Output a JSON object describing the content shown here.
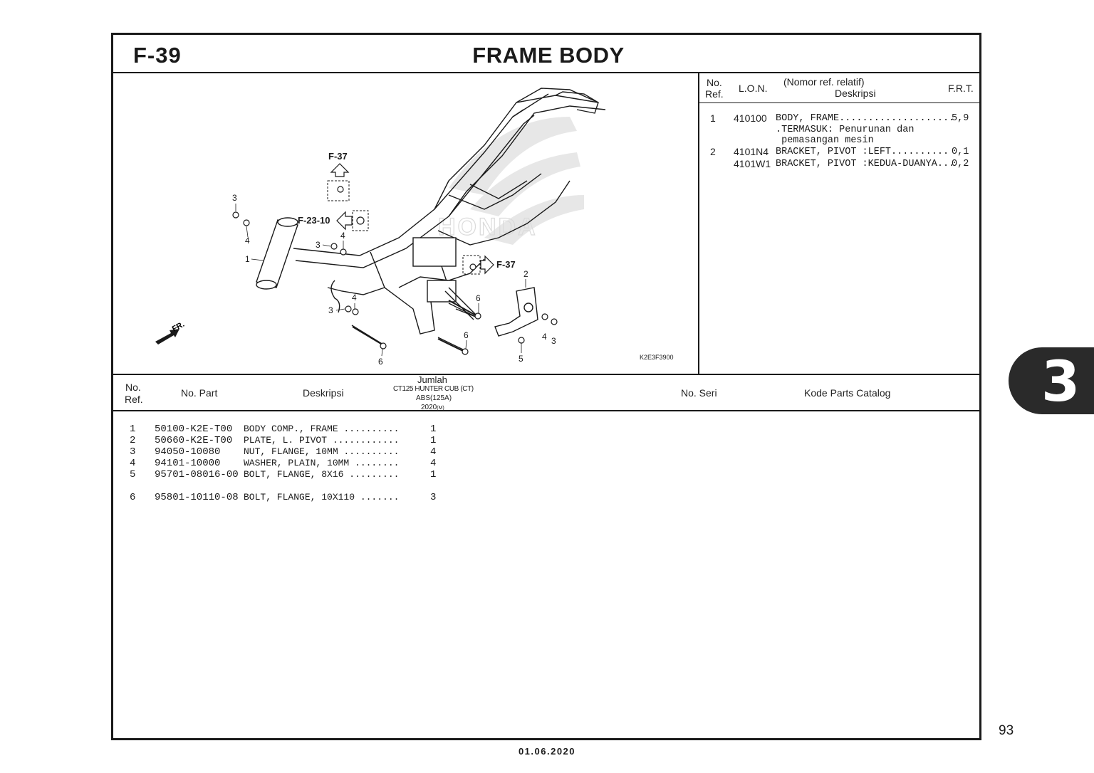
{
  "header": {
    "code": "F-39",
    "title": "FRAME BODY"
  },
  "frt_table": {
    "headers": {
      "no_ref": [
        "No.",
        "Ref."
      ],
      "lon": "L.O.N.",
      "desc_line1": "(Nomor ref. relatif)",
      "desc_line2": "Deskripsi",
      "frt": "F.R.T."
    },
    "lines": [
      {
        "ref": "1",
        "lon": "410100",
        "desc": "BODY, FRAME....................",
        "frt": "5,9"
      },
      {
        "ref": "",
        "lon": "",
        "desc": ".TERMASUK: Penurunan dan",
        "frt": ""
      },
      {
        "ref": "",
        "lon": "",
        "desc": " pemasangan mesin",
        "frt": ""
      },
      {
        "ref": "2",
        "lon": "4101N4",
        "desc": "BRACKET, PIVOT :LEFT..........",
        "frt": "0,1"
      },
      {
        "ref": "",
        "lon": "4101W1",
        "desc": "BRACKET, PIVOT :KEDUA-DUANYA...",
        "frt": "0,2"
      }
    ]
  },
  "diagram": {
    "labels": {
      "f37_top": "F-37",
      "f2310": "F-23-10",
      "f37_mid": "F-37",
      "fr": "FR.",
      "figure_code": "K2E3F3900",
      "brand": "HONDA"
    },
    "callouts": [
      "3",
      "4",
      "1",
      "3",
      "4",
      "3",
      "4",
      "2",
      "6",
      "6",
      "6",
      "4",
      "3",
      "5"
    ]
  },
  "parts_table": {
    "headers": {
      "no_ref": [
        "No.",
        "Ref."
      ],
      "no_part": "No. Part",
      "deskripsi": "Deskripsi",
      "jumlah": "Jumlah",
      "model_1": "CT125 HUNTER CUB (CT)",
      "model_2": "ABS(125A)",
      "model_3": "2020",
      "model_3_suffix": "(M)",
      "no_seri": "No. Seri",
      "kode": "Kode Parts Catalog"
    },
    "rows": [
      {
        "ref": "1",
        "part_no": "50100-K2E-T00",
        "desc": "BODY COMP., FRAME ..........",
        "qty": "1"
      },
      {
        "ref": "2",
        "part_no": "50660-K2E-T00",
        "desc": "PLATE, L. PIVOT ............",
        "qty": "1"
      },
      {
        "ref": "3",
        "part_no": "94050-10080",
        "desc": "NUT, FLANGE, 10MM ..........",
        "qty": "4"
      },
      {
        "ref": "4",
        "part_no": "94101-10000",
        "desc": "WASHER, PLAIN, 10MM ........",
        "qty": "4"
      },
      {
        "ref": "5",
        "part_no": "95701-08016-00",
        "desc": "BOLT, FLANGE, 8X16 .........",
        "qty": "1"
      },
      {
        "ref": "6",
        "part_no": "95801-10110-08",
        "desc": "BOLT, FLANGE, 10X110 .......",
        "qty": "3"
      }
    ]
  },
  "section_tab": "3",
  "page_number": "93",
  "date": "01.06.2020"
}
